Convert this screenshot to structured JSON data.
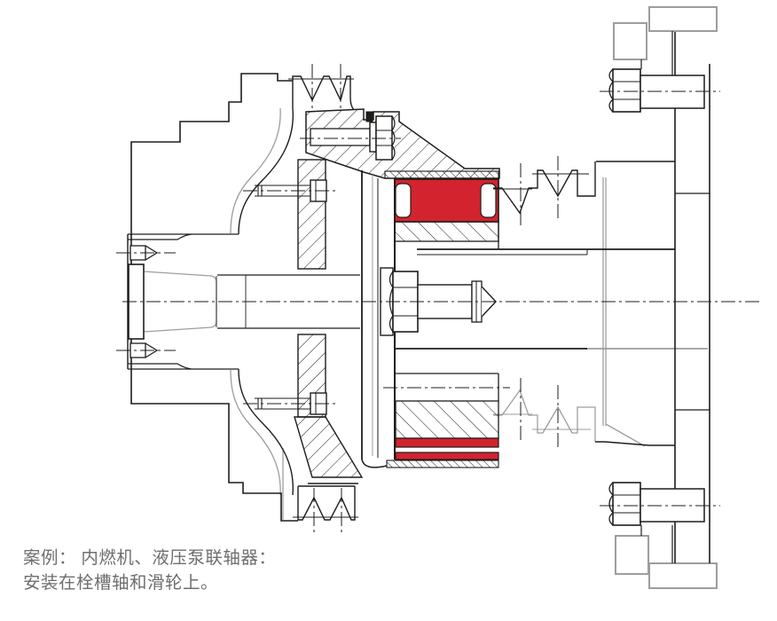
{
  "drawing": {
    "title": "coupling-cross-section-technical-drawing",
    "caption": {
      "line1": "案例： 内燃机、液压泵联轴器：",
      "line2": "安装在栓槽轴和滑轮上。"
    },
    "colors": {
      "line": "#1d1d1b",
      "far_line": "#9d9d9c",
      "highlight_red": "#d2232e",
      "caption_text": "#6e6e6e",
      "background": "#ffffff"
    }
  }
}
